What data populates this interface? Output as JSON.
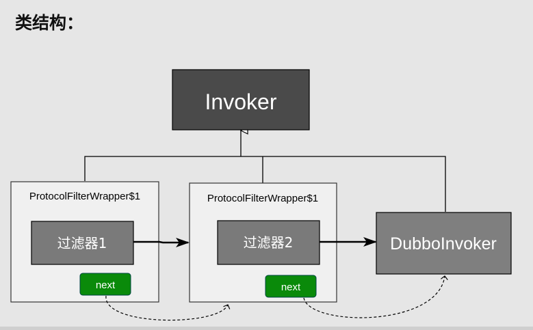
{
  "title": "类结构：",
  "diagram": {
    "invoker_label": "Invoker",
    "wrapper1_label": "ProtocolFilterWrapper$1",
    "wrapper2_label": "ProtocolFilterWrapper$1",
    "filter1_label": "过滤器1",
    "filter2_label": "过滤器2",
    "dubbo_invoker_label": "DubboInvoker",
    "next1_label": "next",
    "next2_label": "next"
  },
  "colors": {
    "background": "#e6e6e6",
    "invoker_fill": "#4a4a4a",
    "filter_fill": "#7a7a7a",
    "dubbo_fill": "#7f7f7f",
    "next_fill": "#0a8a0a",
    "wrapper_fill": "#f0f0f0",
    "line": "#000000"
  }
}
